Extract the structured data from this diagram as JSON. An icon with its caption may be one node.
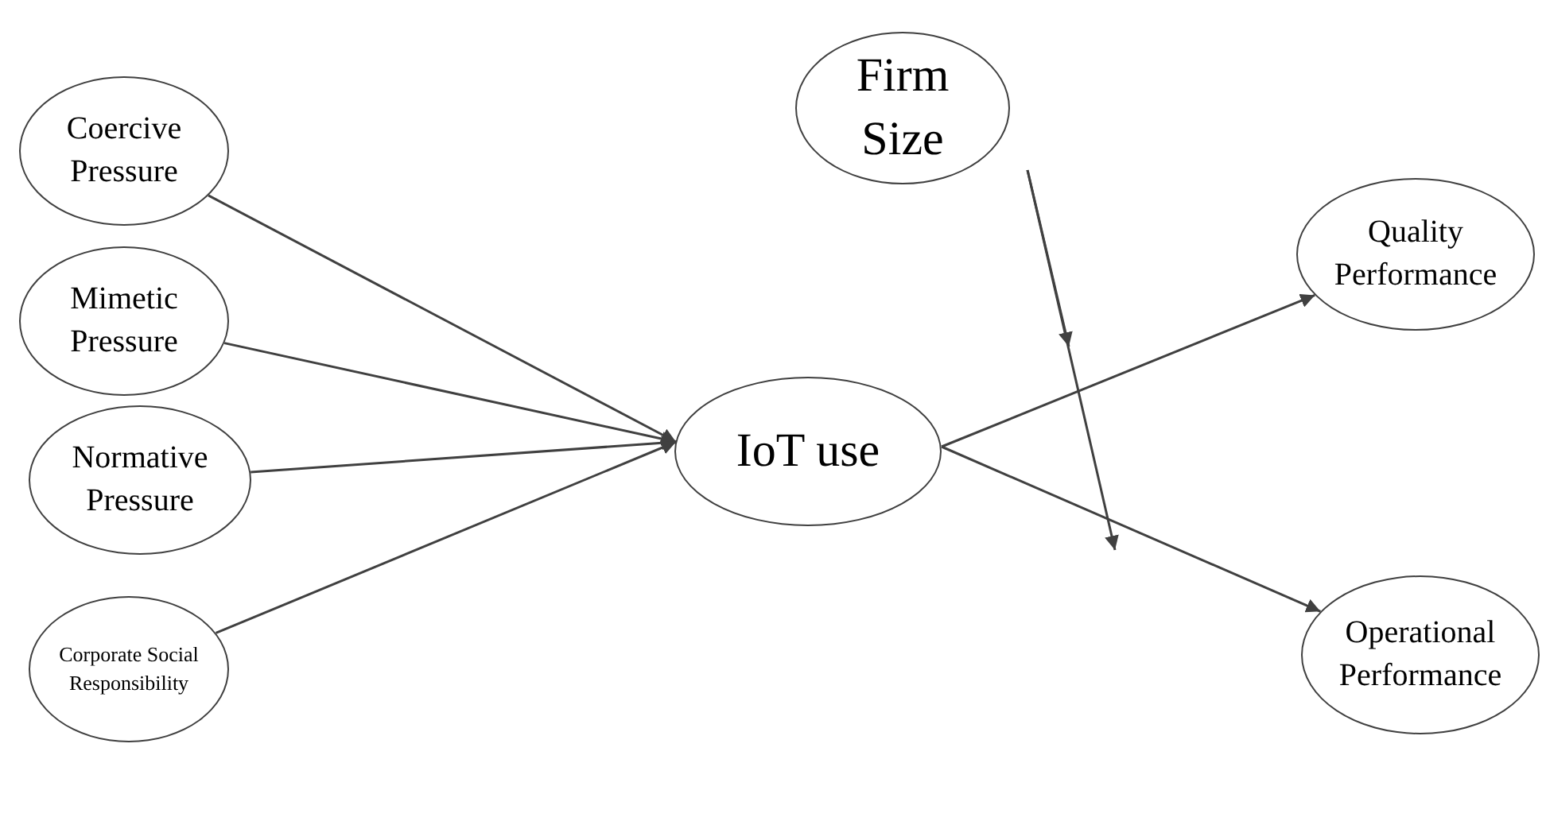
{
  "diagram": {
    "nodes": [
      {
        "text": [
          "Coercive Pressure"
        ]
      },
      {
        "text": [
          "Mimetic Pressure"
        ]
      },
      {
        "text": [
          "Normative Pressure"
        ]
      },
      {
        "text": [
          "Corporate Social Responsibility"
        ]
      },
      {
        "text": [
          "IoT use"
        ]
      },
      {
        "text": [
          "Firm Size"
        ]
      },
      {
        "text": [
          "Quality Performance"
        ]
      },
      {
        "text": [
          "Operational Performance"
        ]
      }
    ],
    "edges": [
      {
        "from": 0,
        "to": 4,
        "arrow": "to"
      },
      {
        "from": 1,
        "to": 4,
        "arrow": "to"
      },
      {
        "from": 2,
        "to": 4,
        "arrow": "to"
      },
      {
        "from": 3,
        "to": 4,
        "arrow": "to"
      },
      {
        "from": 4,
        "to": 6,
        "arrow": "to"
      },
      {
        "from": 4,
        "to": 7,
        "arrow": "to"
      },
      {
        "from": 5,
        "to": null,
        "arrow": "to"
      },
      {
        "from": 5,
        "to": null,
        "arrow": "to"
      }
    ]
  }
}
